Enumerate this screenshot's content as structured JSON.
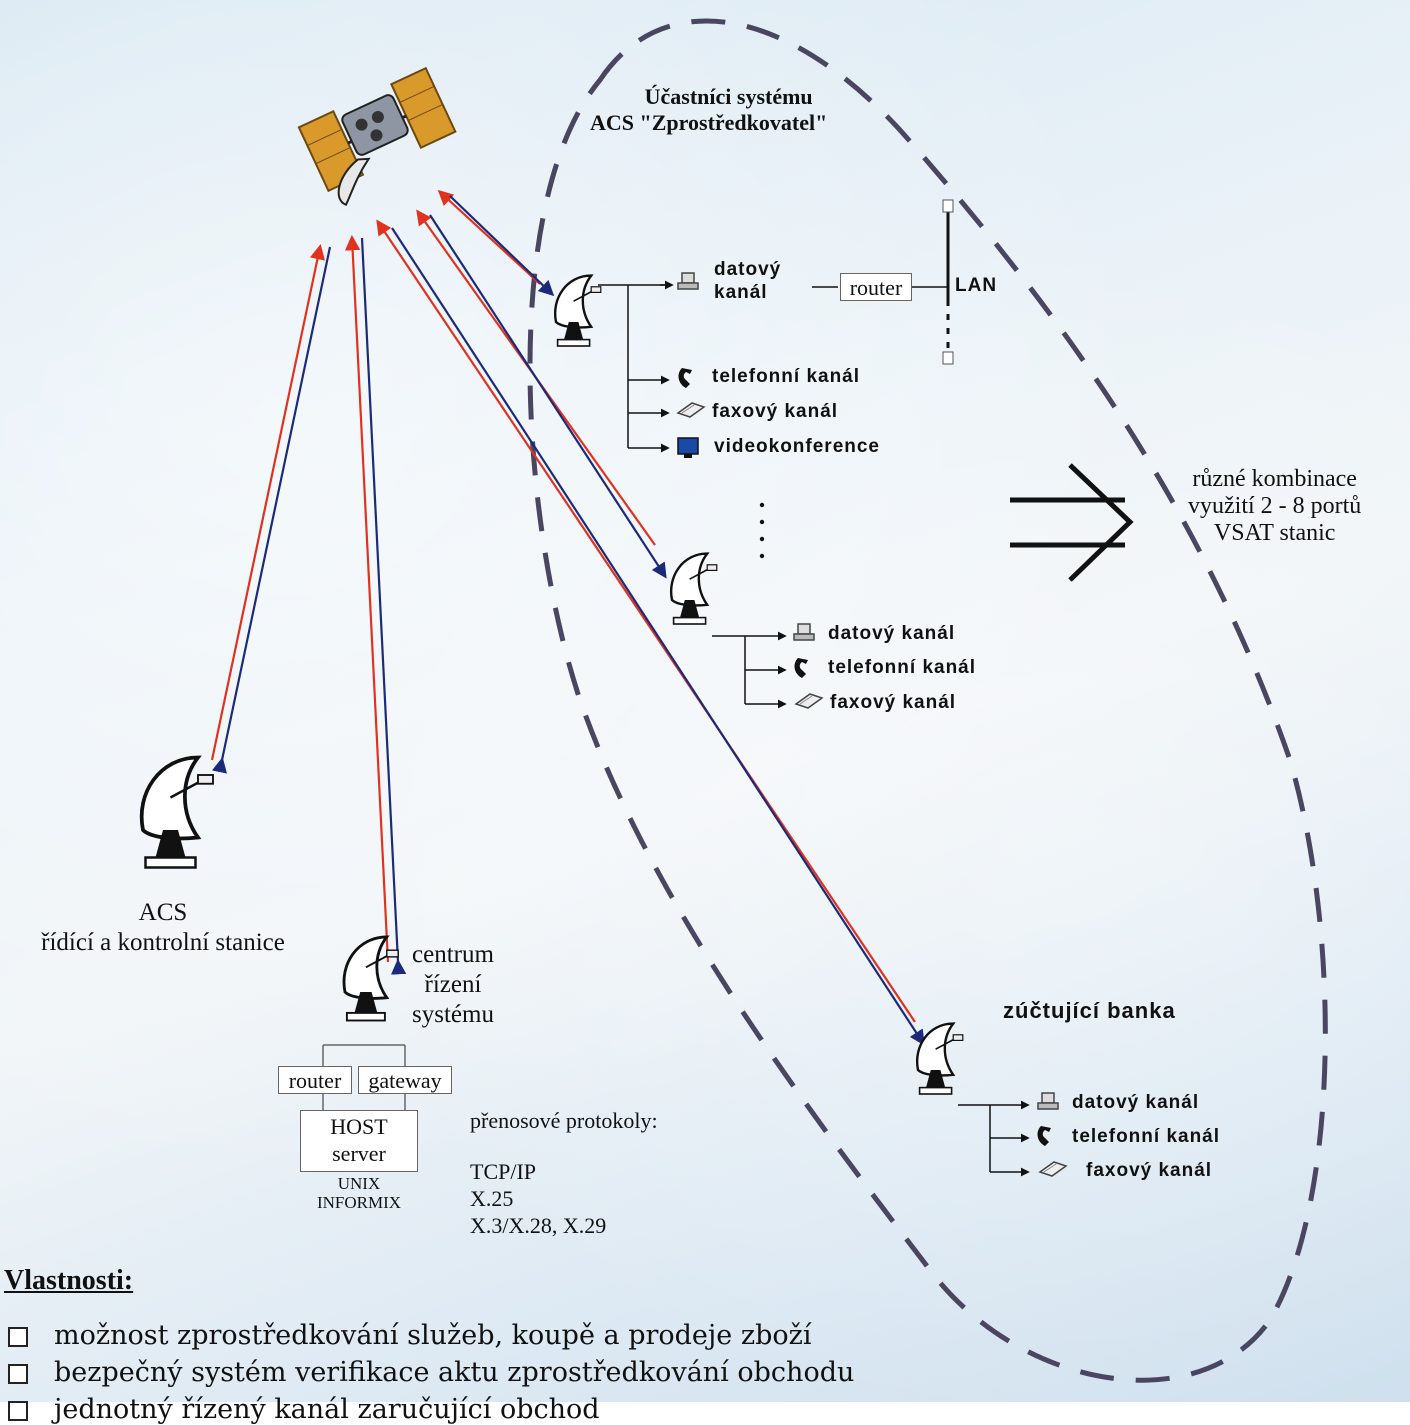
{
  "title": {
    "line1": "Účastníci systému",
    "line2": "ACS \"Zprostředkovatel\""
  },
  "vsat1": {
    "channels": {
      "data_line1": "datový",
      "data_line2": "kanál",
      "telephone": "telefonní kanál",
      "fax": "faxový kanál",
      "video": "videokonference"
    },
    "router": "router",
    "lan": "LAN"
  },
  "vsat2": {
    "channels": {
      "data": "datový kanál",
      "telephone": "telefonní kanál",
      "fax": "faxový kanál"
    }
  },
  "bank": {
    "title": "zúčtující banka",
    "channels": {
      "data": "datový kanál",
      "telephone": "telefonní kanál",
      "fax": "faxový kanál"
    }
  },
  "combinations": {
    "line1": "různé kombinace",
    "line2": "využití 2 - 8 portů",
    "line3": "VSAT stanic"
  },
  "acs_station": {
    "line1": "ACS",
    "line2": "řídící a kontrolní stanice"
  },
  "control_center": {
    "line1": "centrum",
    "line2": "řízení",
    "line3": "systému",
    "router": "router",
    "gateway": "gateway",
    "host_line1": "HOST",
    "host_line2": "server",
    "os_line1": "UNIX",
    "os_line2": "INFORMIX"
  },
  "protocols": {
    "heading": "přenosové protokoly:",
    "items": [
      "TCP/IP",
      "X.25",
      "X.3/X.28, X.29"
    ]
  },
  "properties": {
    "heading": "Vlastnosti:",
    "items": [
      "možnost zprostředkování služeb, koupě a prodeje zboží",
      "bezpečný systém verifikace aktu zprostředkování obchodu",
      "jednotný řízený kanál zaručující obchod"
    ]
  },
  "colors": {
    "link_red": "#e0321f",
    "link_blue": "#1c2a7a",
    "dashed_boundary": "#4a4560",
    "dish_body": "#1a1a1a"
  }
}
